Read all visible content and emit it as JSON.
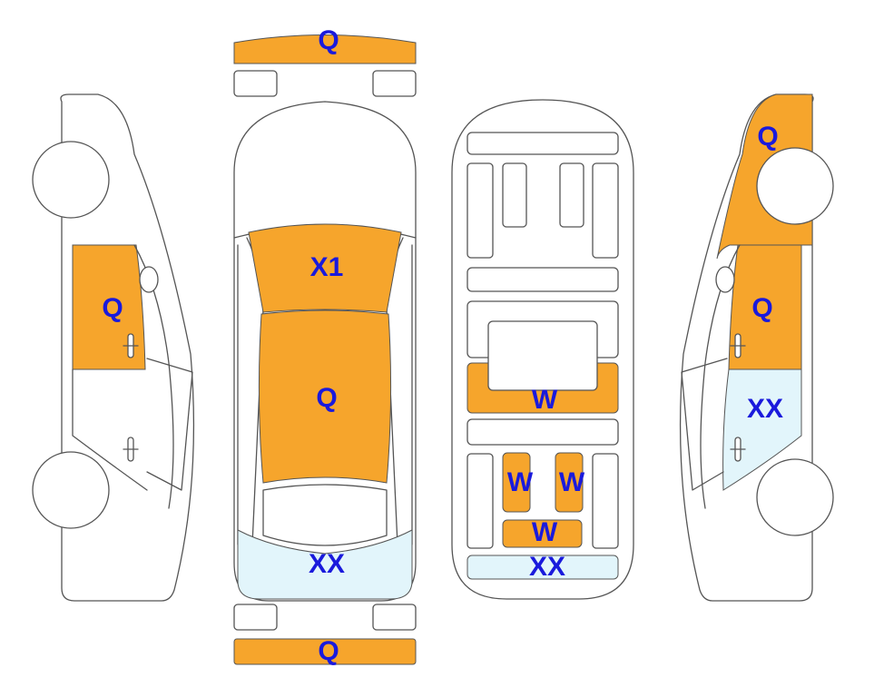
{
  "colors": {
    "q": "#f6a52c",
    "xx": "#e2f5fb",
    "label": "#1a1adc"
  },
  "labels": {
    "front_bumper": "Q",
    "hood": "X1",
    "roof": "Q",
    "rear_glass": "XX",
    "rear_bumper": "Q",
    "left_front_door": "Q",
    "right_rear_quarter": "Q",
    "right_rear_door": "Q",
    "right_front_door": "XX",
    "interior_floor": "W",
    "interior_left_seat": "W",
    "interior_right_seat": "W",
    "interior_rear_seat": "W",
    "interior_trunk": "XX"
  }
}
